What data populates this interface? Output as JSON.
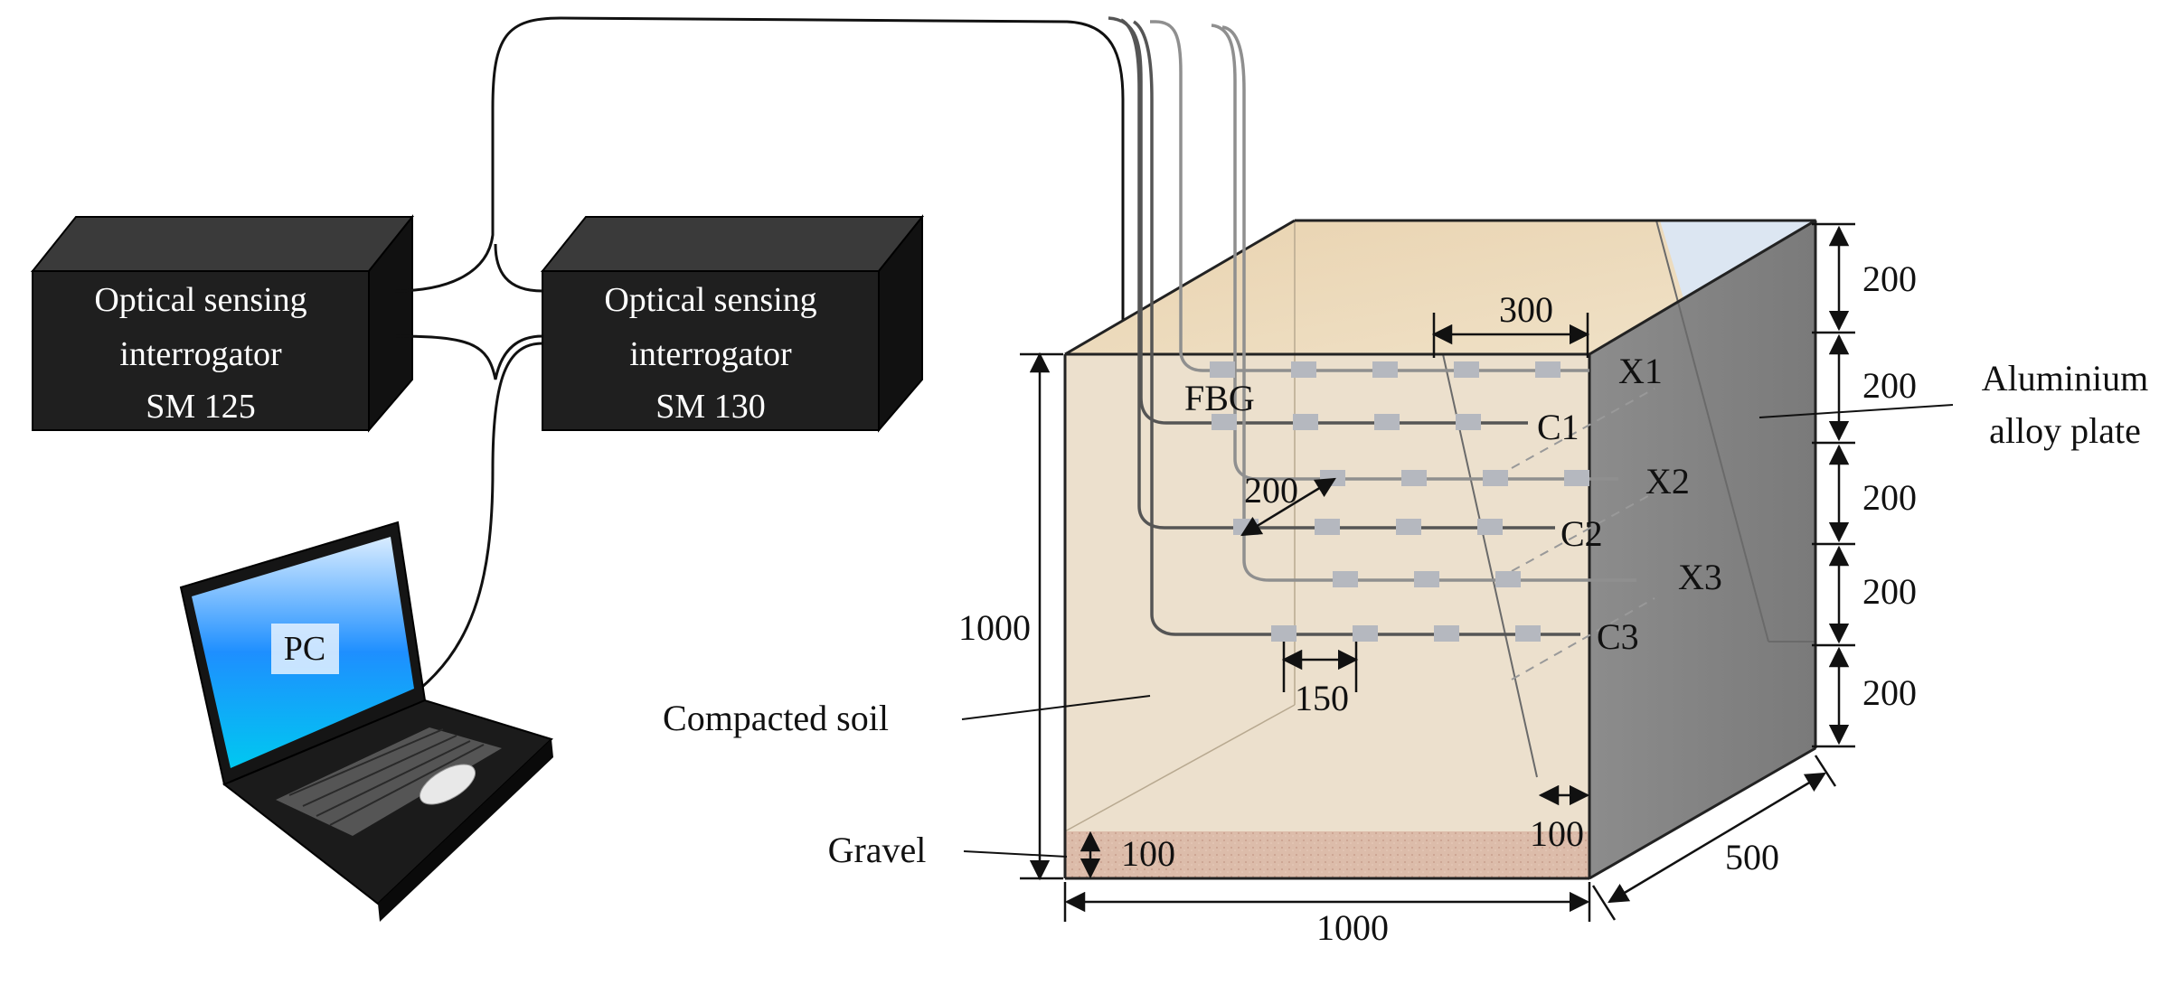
{
  "devices": {
    "interrogator_1": {
      "line1": "Optical sensing",
      "line2": "interrogator",
      "line3": "SM 125"
    },
    "interrogator_2": {
      "line1": "Optical sensing",
      "line2": "interrogator",
      "line3": "SM 130"
    },
    "pc_label": "PC"
  },
  "sensor_labels": {
    "fbg": "FBG",
    "x1": "X1",
    "c1": "C1",
    "x2": "X2",
    "c2": "C2",
    "x3": "X3",
    "c3": "C3"
  },
  "annotations": {
    "aluminium_line1": "Aluminium",
    "aluminium_line2": "alloy plate",
    "compacted_soil": "Compacted soil",
    "gravel": "Gravel"
  },
  "dimensions": {
    "top_spacing": "300",
    "diag_spacing": "200",
    "fbg_spacing": "150",
    "height": "1000",
    "gravel_thickness": "100",
    "plate_offset": "100",
    "width": "1000",
    "depth": "500",
    "layer_1": "200",
    "layer_2": "200",
    "layer_3": "200",
    "layer_4": "200",
    "layer_5": "200"
  },
  "colors": {
    "device_box": "#1a1a1a",
    "soil": "#ede1cf",
    "soil_top": "#e6d0ad",
    "gravel": "#d9b9a6",
    "plate": "#808080",
    "fiber_dark": "#555555",
    "fiber_light": "#9a9a9a",
    "fbg": "#b5b8bf"
  }
}
